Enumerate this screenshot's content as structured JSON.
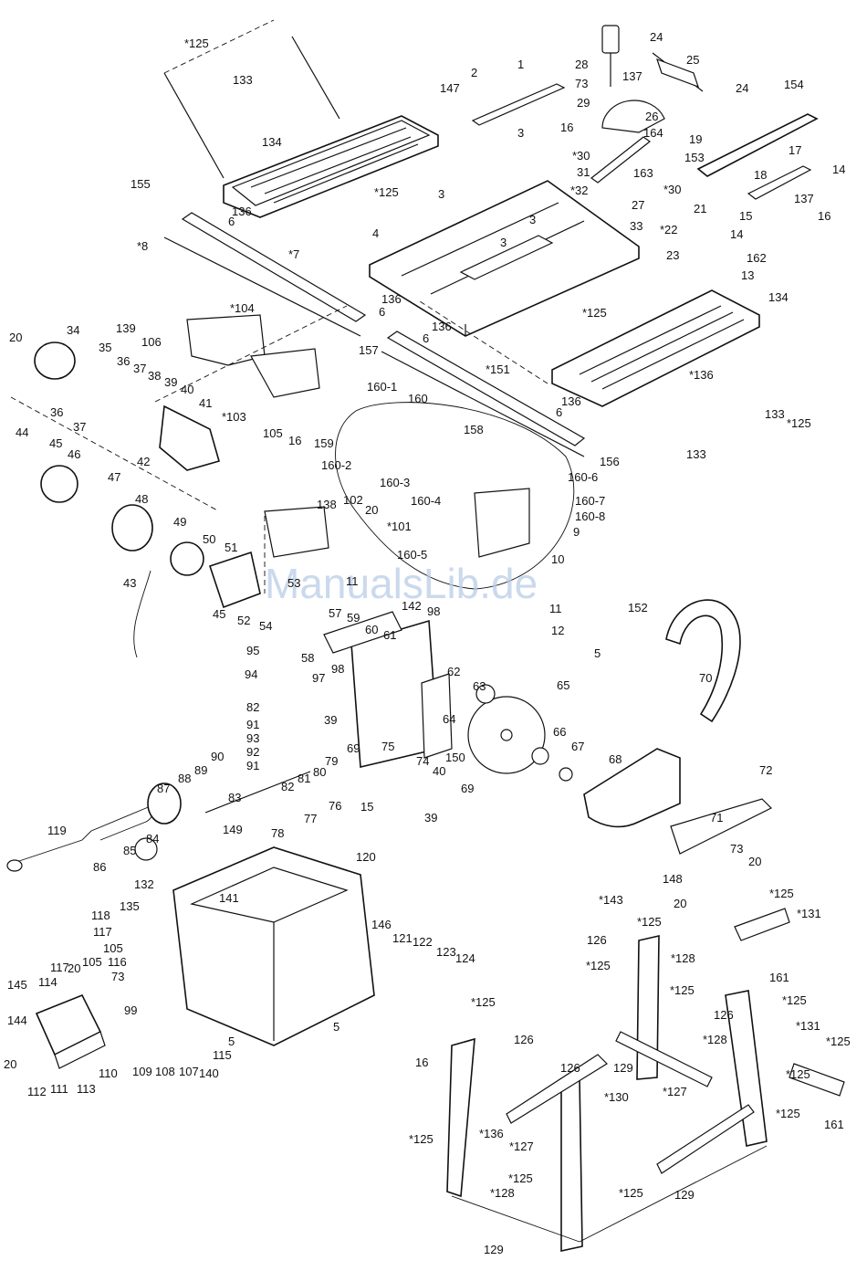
{
  "watermark": "ManualsLib.de",
  "labels": {
    "l125a": "*125",
    "l2": "2",
    "l1": "1",
    "l28": "28",
    "l24a": "24",
    "l25": "25",
    "l133a": "133",
    "l147": "147",
    "l73a": "73",
    "l137a": "137",
    "l24b": "24",
    "l154": "154",
    "l29": "29",
    "l26": "26",
    "l16a": "16",
    "l164": "164",
    "l134a": "134",
    "l3a": "3",
    "l30a": "*30",
    "l19": "19",
    "l31": "31",
    "l163": "163",
    "l153": "153",
    "l17": "17",
    "l14a": "14",
    "l155": "155",
    "l125b": "*125",
    "l3b": "3",
    "l32": "*32",
    "l27": "27",
    "l18": "18",
    "l30b": "*30",
    "l137b": "137",
    "l136a": "136",
    "l6a": "6",
    "l3c": "3",
    "l33": "33",
    "l21": "21",
    "l15a": "15",
    "l16b": "16",
    "l8": "*8",
    "l4": "4",
    "l3d": "3",
    "l22": "*22",
    "l14b": "14",
    "l162": "162",
    "l7": "*7",
    "l23": "23",
    "l13": "13",
    "l134b": "134",
    "l139": "139",
    "l104": "*104",
    "l136b": "136",
    "l6b": "6",
    "l125c": "*125",
    "l106": "106",
    "l34": "34",
    "l20a": "20",
    "l35": "35",
    "l136c": "136",
    "l157": "157",
    "l6c": "6",
    "l36a": "36",
    "l37a": "37",
    "l38": "38",
    "l39a": "39",
    "l40a": "40",
    "l41": "41",
    "l151": "*151",
    "l136d": "*136",
    "l36b": "36",
    "l37b": "37",
    "l103": "*103",
    "l105a": "105",
    "l16c": "16",
    "l160": "160",
    "l136e": "136",
    "l6d": "6",
    "l133b": "133",
    "l125d": "*125",
    "l1601": "160-1",
    "l158": "158",
    "l159": "159",
    "l44": "44",
    "l45a": "45",
    "l46": "46",
    "l1602": "160-2",
    "l42": "42",
    "l156": "156",
    "l133c": "133",
    "l47": "47",
    "l1603": "160-3",
    "l1606": "160-6",
    "l1604": "160-4",
    "l138": "138",
    "l102": "102",
    "l20b": "20",
    "l1607": "160-7",
    "l48": "48",
    "l101": "*101",
    "l1608": "160-8",
    "l49": "49",
    "l9": "9",
    "l50": "50",
    "l1605": "160-5",
    "l51": "51",
    "l10": "10",
    "l43": "43",
    "l53": "53",
    "l11a": "11",
    "l142": "142",
    "l152": "152",
    "l45b": "45",
    "l52": "52",
    "l54": "54",
    "l57": "57",
    "l11b": "11",
    "l12": "12",
    "l59": "59",
    "l60": "60",
    "l98a": "98",
    "l95": "95",
    "l58": "58",
    "l61": "61",
    "l5a": "5",
    "l70": "70",
    "l94": "94",
    "l97": "97",
    "l98b": "98",
    "l62": "62",
    "l63": "63",
    "l65": "65",
    "l82a": "82",
    "l91a": "91",
    "l93": "93",
    "l39b": "39",
    "l64": "64",
    "l66": "66",
    "l67": "67",
    "l92": "92",
    "l69a": "69",
    "l79": "79",
    "l150": "150",
    "l68": "68",
    "l72": "72",
    "l91b": "91",
    "l82b": "82",
    "l81": "81",
    "l80": "80",
    "l75": "75",
    "l74": "74",
    "l40b": "40",
    "l90": "90",
    "l87": "87",
    "l88": "88",
    "l89": "89",
    "l83": "83",
    "l39c": "39",
    "l76": "76",
    "l15b": "15",
    "l69b": "69",
    "l71": "71",
    "l119": "119",
    "l149": "149",
    "l77": "77",
    "l78": "78",
    "l84": "84",
    "l85": "85",
    "l73b": "73",
    "l20c": "20",
    "l143": "*143",
    "l86": "86",
    "l132": "132",
    "l120": "120",
    "l148": "148",
    "l141": "141",
    "l135": "135",
    "l20d": "20",
    "l125e": "*125",
    "l131a": "*131",
    "l118": "118",
    "l117a": "117",
    "l105b": "105",
    "l146": "146",
    "l121": "121",
    "l122": "122",
    "l125f": "*125",
    "l126a": "126",
    "l128a": "*128",
    "l161a": "161",
    "l116": "116",
    "l123": "123",
    "l124": "124",
    "l125g": "*125",
    "l117b": "117",
    "l105c": "105",
    "l73c": "73",
    "l125h": "*125",
    "l125i": "*125",
    "l145": "145",
    "l114": "114",
    "l20e": "20",
    "l99": "99",
    "l126b": "126",
    "l131b": "*131",
    "l125j": "*125",
    "l144": "144",
    "l125k": "*125",
    "l126c": "126",
    "l128b": "*128",
    "l125l": "*125",
    "l110": "110",
    "l109": "109",
    "l108": "108",
    "l107": "107",
    "l115": "115",
    "l5b": "5",
    "l5c": "5",
    "l140": "140",
    "l16d": "16",
    "l126d": "126",
    "l129a": "129",
    "l20f": "20",
    "l112": "112",
    "l111": "111",
    "l113": "113",
    "l130": "*130",
    "l127a": "*127",
    "l125m": "*125",
    "l136f": "*136",
    "l127b": "*127",
    "l161b": "161",
    "l125n": "*125",
    "l125o": "*125",
    "l125p": "*125",
    "l128c": "*128",
    "l129b": "129",
    "l129c": "129"
  }
}
